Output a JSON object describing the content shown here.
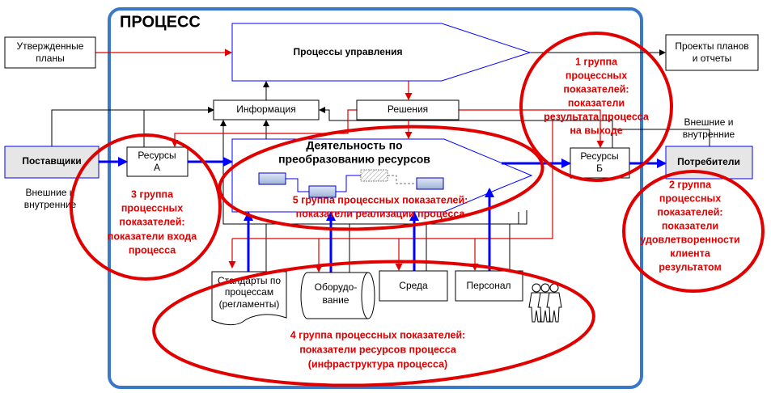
{
  "title": "ПРОЦЕСС",
  "colors": {
    "frame": "#3a78c8",
    "indicator": "#e00000",
    "flow": "#0000ff"
  },
  "nodes": {
    "approved_plans": [
      "Утвержденные",
      "планы"
    ],
    "management": "Процессы управления",
    "plans_reports": [
      "Проекты планов",
      "и отчеты"
    ],
    "information": "Информация",
    "decisions": "Решения",
    "activity": [
      "Деятельность по",
      "преобразованию ресурсов"
    ],
    "suppliers": "Поставщики",
    "resources_a": [
      "Ресурсы",
      "А"
    ],
    "resources_b": [
      "Ресурсы",
      "Б"
    ],
    "consumers": "Потребители",
    "external_left": [
      "Внешние и",
      "внутренние"
    ],
    "external_right": [
      "Внешние и",
      "внутренние"
    ],
    "standards": [
      "Стандарты по",
      "процессам",
      "(регламенты)"
    ],
    "equipment": [
      "Оборудо-",
      "вание"
    ],
    "environment": "Среда",
    "personnel": "Персонал"
  },
  "groups": {
    "g1": [
      "1 группа",
      "процессных",
      "показателей:",
      "показатели",
      "результата процесса",
      "на выходе"
    ],
    "g2": [
      "2 группа",
      "процессных",
      "показателей:",
      "показатели",
      "удовлетворенности",
      "клиента",
      "результатом"
    ],
    "g3": [
      "3 группа",
      "процессных",
      "показателей:",
      "показатели входа",
      "процесса"
    ],
    "g4": [
      "4 группа процессных показателей:",
      "показатели ресурсов процесса",
      "(инфраструктура процесса)"
    ],
    "g5": [
      "5 группа процессных показателей:",
      "показатели реализации процесса"
    ]
  }
}
